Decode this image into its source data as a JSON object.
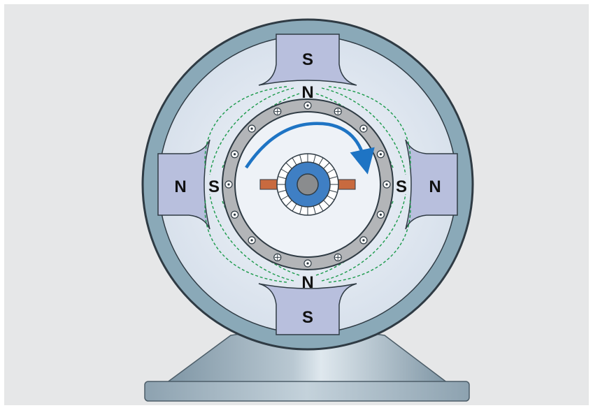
{
  "pole_labels": {
    "top_outer": "S",
    "top_inner": "N",
    "bottom_outer": "S",
    "bottom_inner": "N",
    "left_outer": "N",
    "left_inner": "S",
    "right_outer": "N",
    "right_inner": "S"
  },
  "colors": {
    "background": "#e6e7e8",
    "housing": "#8aa9b8",
    "housing_inner": "#e4eaf2",
    "pole_piece": "#b8bfdd",
    "armature_ring": "#b3b5b8",
    "commutator_core": "#3f7fc4",
    "shaft": "#8a8c8e",
    "brush": "#c86a3f",
    "field_lines": "#1a9a4a",
    "rotation_arrow": "#1e74c4",
    "base": "#8fa5b3"
  },
  "icons": {
    "rotation": "clockwise-arrow-icon",
    "conductor_out": "dot-in-circle-icon",
    "conductor_in": "cross-in-circle-icon"
  }
}
